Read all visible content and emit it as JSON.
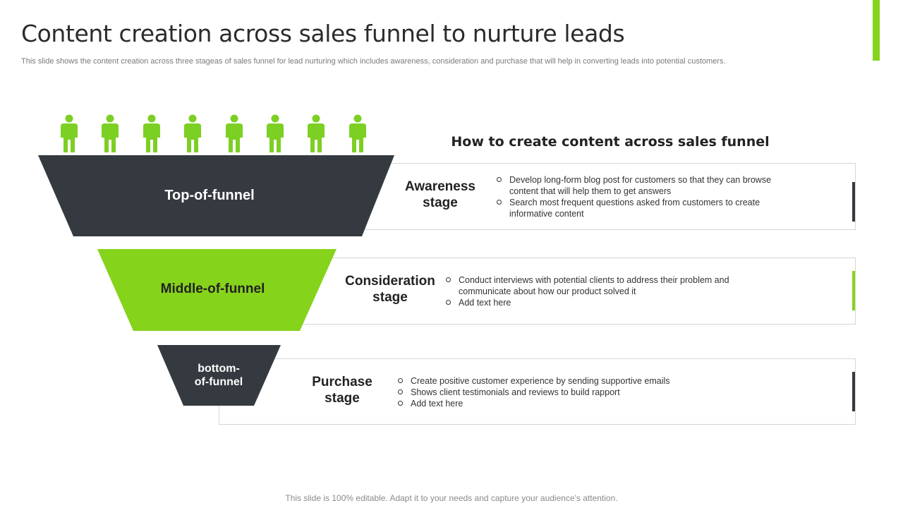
{
  "slide": {
    "title": "Content creation across sales funnel to nurture leads",
    "subtitle": "This slide shows the content creation across three stageas of sales funnel for lead nurturing which includes awareness, consideration and purchase that will help in converting leads into potential customers.",
    "footer": "This slide is 100% editable. Adapt it to your needs and capture your audience's attention."
  },
  "colors": {
    "green": "#86d31c",
    "dark": "#353a40",
    "people": "#7ccf23"
  },
  "people": {
    "icon": "person-icon",
    "count": 8
  },
  "section_heading": "How to create content across sales funnel",
  "funnel": [
    {
      "label": "Top-of-funnel"
    },
    {
      "label": "Middle-of-funnel"
    },
    {
      "label_line1": "bottom-",
      "label_line2": "of-funnel"
    }
  ],
  "stages": [
    {
      "name_line1": "Awareness",
      "name_line2": "stage",
      "bullets": [
        "Develop long-form blog post for customers so that they can browse content that will help them to get answers",
        "Search most frequent questions asked from customers to create informative content"
      ]
    },
    {
      "name_line1": "Consideration",
      "name_line2": "stage",
      "bullets": [
        "Conduct interviews with potential clients to address their problem and communicate about how our product solved it",
        "Add text here"
      ]
    },
    {
      "name_line1": "Purchase",
      "name_line2": "stage",
      "bullets": [
        "Create positive customer experience by sending supportive emails",
        "Shows client testimonials and reviews to build rapport",
        "Add text here"
      ]
    }
  ]
}
